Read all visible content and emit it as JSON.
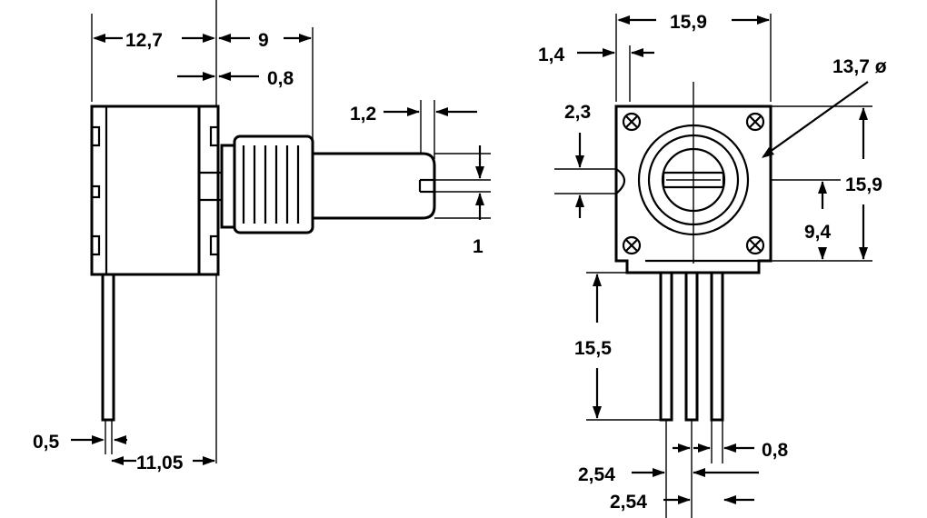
{
  "figure": "potentiometer dimension drawing",
  "line_color": "#000000",
  "background_color": "#ffffff",
  "side_view": {
    "dims": {
      "body_depth": "12,7",
      "bushing_length": "9",
      "flange": "0,8",
      "shaft_slot_width": "1,2",
      "slot_depth": "1",
      "pin_width": "0,5",
      "pin_offset": "11,05"
    }
  },
  "front_view": {
    "dims": {
      "width_top": "15,9",
      "edge_offset": "1,4",
      "diameter": "13,7 ø",
      "notch": "2,3",
      "height": "15,9",
      "center_height": "9,4",
      "pin_length": "15,5",
      "pin_thickness": "0,8",
      "pitch_1": "2,54",
      "pitch_2": "2,54"
    }
  }
}
